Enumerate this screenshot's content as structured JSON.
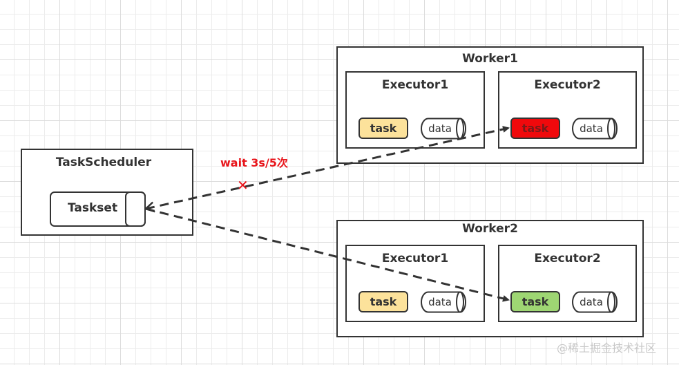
{
  "scheduler": {
    "title": "TaskScheduler",
    "taskset_label": "Taskset"
  },
  "workers": [
    {
      "title": "Worker1",
      "executors": [
        {
          "title": "Executor1",
          "task_label": "task",
          "task_state": "idle",
          "data_label": "data"
        },
        {
          "title": "Executor2",
          "task_label": "task",
          "task_state": "failed",
          "data_label": "data"
        }
      ]
    },
    {
      "title": "Worker2",
      "executors": [
        {
          "title": "Executor1",
          "task_label": "task",
          "task_state": "idle",
          "data_label": "data"
        },
        {
          "title": "Executor2",
          "task_label": "task",
          "task_state": "success",
          "data_label": "data"
        }
      ]
    }
  ],
  "colors": {
    "task_idle": "#fce29b",
    "task_failed": "#f0090c",
    "task_success": "#9ed673",
    "annotation": "#e8141a",
    "stroke": "#333333"
  },
  "edges": [
    {
      "from": "Taskset",
      "to": "Worker1.Executor2.task",
      "style": "dashed",
      "status": "failed"
    },
    {
      "from": "Taskset",
      "to": "Worker2.Executor2.task",
      "style": "dashed",
      "status": "ok"
    }
  ],
  "annotation": {
    "retry_label": "wait 3s/5次",
    "fail_mark": "✕"
  },
  "watermark": "@稀土掘金技术社区"
}
